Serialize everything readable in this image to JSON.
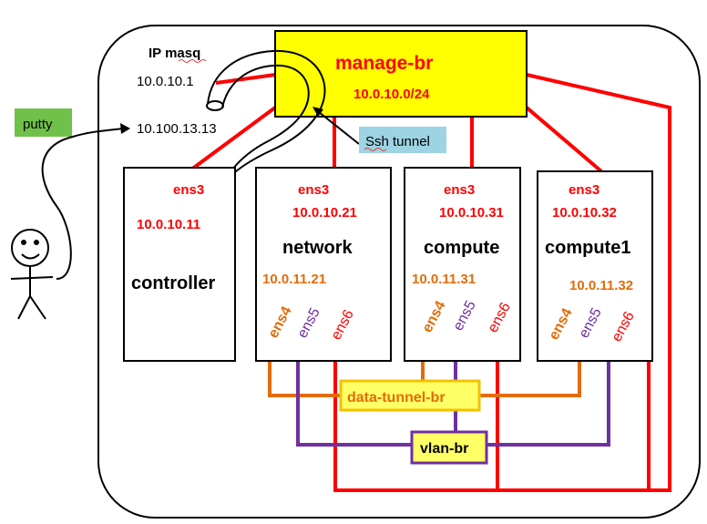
{
  "colors": {
    "manage": "#ff0000",
    "data_tunnel": "#e36c09",
    "vlan": "#7030a0",
    "manage_box": "#ffff00",
    "putty": "#70c14a",
    "ssh": "#9dd3e3"
  },
  "host": {
    "ip_masq": "IP masq",
    "ip_internal": "10.0.10.1",
    "ip_external": "10.100.13.13"
  },
  "manage_br": {
    "name": "manage-br",
    "subnet": "10.0.10.0/24"
  },
  "putty_label": "putty",
  "ssh_tunnel_label": "Ssh tunnel",
  "nodes": {
    "controller": {
      "name": "controller",
      "ens3": "ens3",
      "ip": "10.0.10.11"
    },
    "network": {
      "name": "network",
      "ens3": "ens3",
      "ip": "10.0.10.21",
      "data_ip": "10.0.11.21",
      "ens4": "ens4",
      "ens5": "ens5",
      "ens6": "ens6"
    },
    "compute": {
      "name": "compute",
      "ens3": "ens3",
      "ip": "10.0.10.31",
      "data_ip": "10.0.11.31",
      "ens4": "ens4",
      "ens5": "ens5",
      "ens6": "ens6"
    },
    "compute1": {
      "name": "compute1",
      "ens3": "ens3",
      "ip": "10.0.10.32",
      "data_ip": "10.0.11.32",
      "ens4": "ens4",
      "ens5": "ens5",
      "ens6": "ens6"
    }
  },
  "data_tunnel_br": "data-tunnel-br",
  "vlan_br": "vlan-br"
}
